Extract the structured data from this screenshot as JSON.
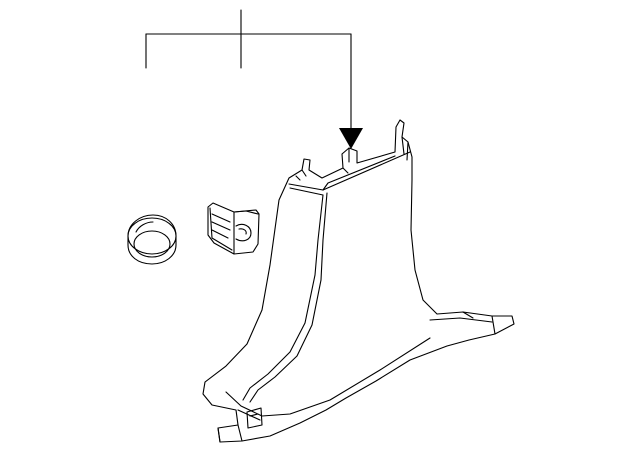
{
  "diagram": {
    "background": "#ffffff",
    "line_color": "#000000",
    "callouts": [
      "callout-left",
      "callout-center",
      "callout-right"
    ],
    "parts": [
      "trim-panel",
      "retainer-clip",
      "round-plug"
    ]
  }
}
